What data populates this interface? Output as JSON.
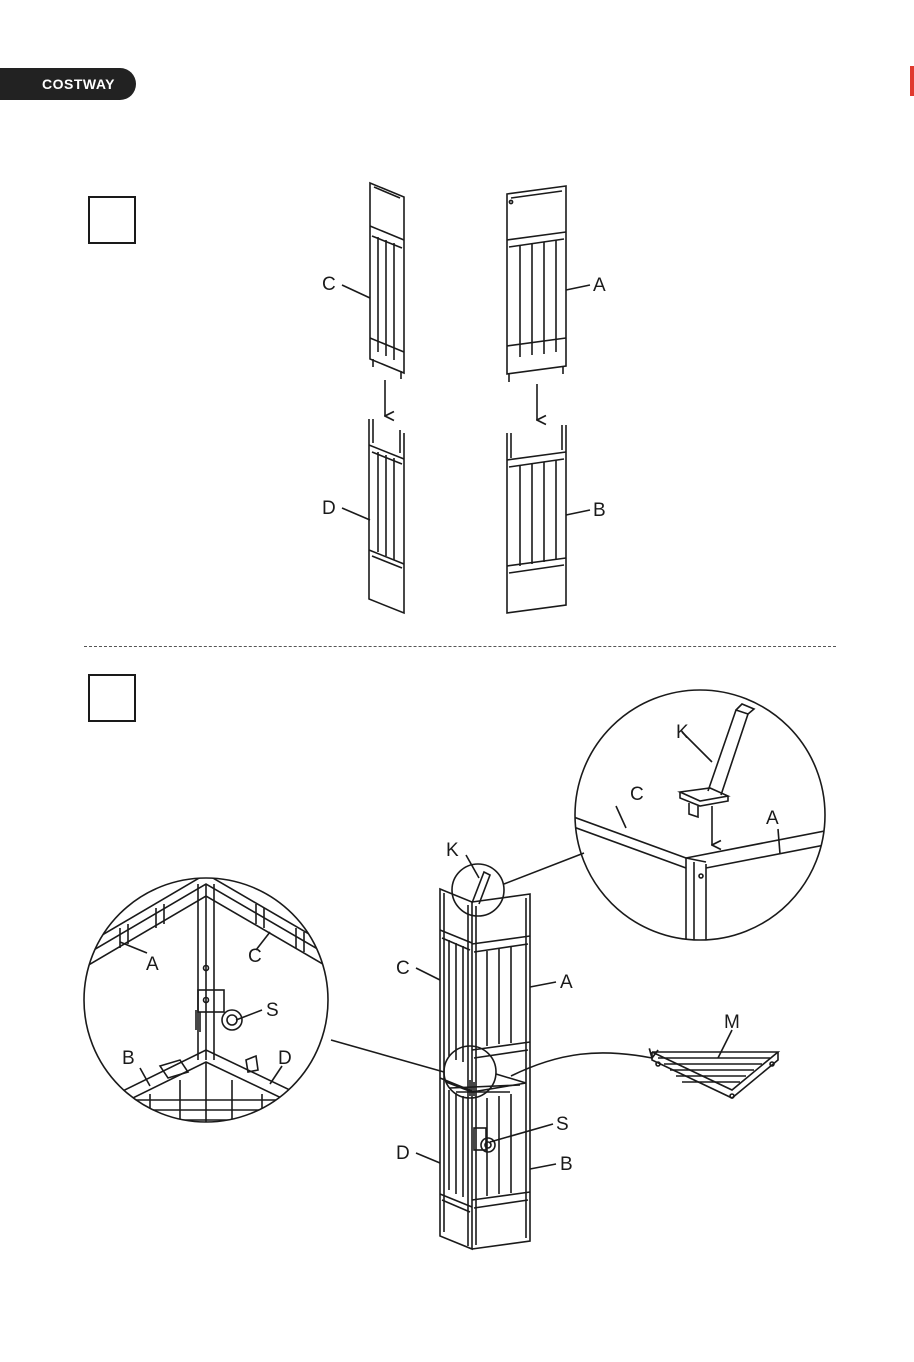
{
  "header": {
    "brand": "COSTWAY"
  },
  "step1": {
    "labels": {
      "c": "C",
      "a": "A",
      "d": "D",
      "b": "B"
    }
  },
  "step2": {
    "labels": {
      "k_main": "K",
      "c_main": "C",
      "a_main": "A",
      "s_main": "S",
      "d_main": "D",
      "b_main": "B",
      "k_detail": "K",
      "c_detail": "C",
      "a_detail": "A",
      "a_left": "A",
      "c_left": "C",
      "s_left": "S",
      "b_left": "B",
      "d_left": "D",
      "m": "M"
    }
  },
  "colors": {
    "ink": "#1a1a1a",
    "accent": "#e03a2f"
  }
}
